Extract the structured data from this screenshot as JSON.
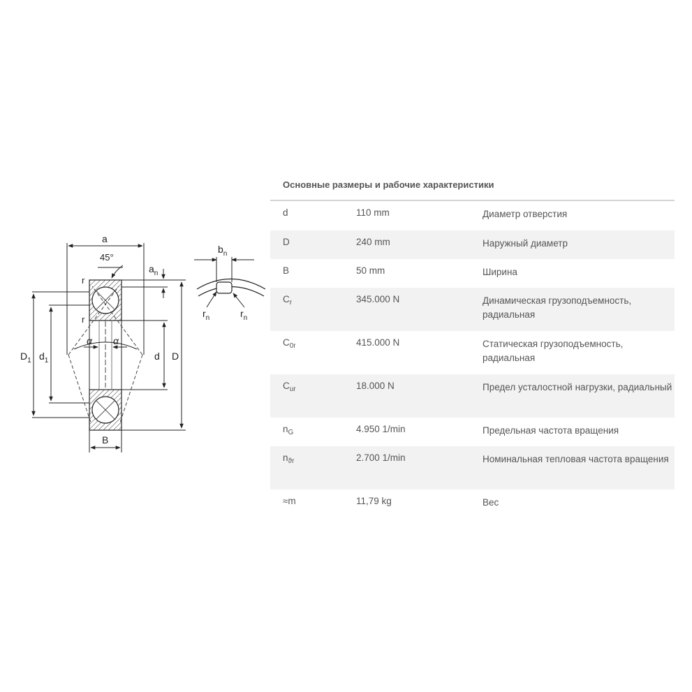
{
  "drawing": {
    "labels": {
      "a": "a",
      "deg45": "45°",
      "an_main": "a",
      "an_sub": "n",
      "r_top": "r",
      "r_mid": "r",
      "alpha_left": "α",
      "alpha_right": "α",
      "D1_main": "D",
      "D1_sub": "1",
      "d1_main": "d",
      "d1_sub": "1",
      "d": "d",
      "D": "D",
      "B": "B",
      "bn_main": "b",
      "bn_sub": "n",
      "rn_left_main": "r",
      "rn_left_sub": "n",
      "rn_right_main": "r",
      "rn_right_sub": "n"
    }
  },
  "specs": {
    "title": "Основные размеры и рабочие характеристики",
    "rows": [
      {
        "sym": "d",
        "sub": "",
        "value": "110 mm",
        "desc": "Диаметр отверстия"
      },
      {
        "sym": "D",
        "sub": "",
        "value": "240 mm",
        "desc": "Наружный диаметр"
      },
      {
        "sym": "B",
        "sub": "",
        "value": "50 mm",
        "desc": "Ширина"
      },
      {
        "sym": "C",
        "sub": "r",
        "value": "345.000 N",
        "desc": "Динамическая грузоподъемность, радиальная"
      },
      {
        "sym": "C",
        "sub": "0r",
        "value": "415.000 N",
        "desc": "Статическая грузоподъемность, радиальная"
      },
      {
        "sym": "C",
        "sub": "ur",
        "value": "18.000 N",
        "desc": "Предел усталостной нагрузки, радиальный"
      },
      {
        "sym": "n",
        "sub": "G",
        "value": "4.950 1/min",
        "desc": "Предельная частота вращения"
      },
      {
        "sym": "n",
        "sub": "ϑr",
        "value": "2.700 1/min",
        "desc": "Номинальная тепловая частота вращения"
      },
      {
        "sym": "≈m",
        "sub": "",
        "value": "11,79 kg",
        "desc": "Вес"
      }
    ]
  }
}
